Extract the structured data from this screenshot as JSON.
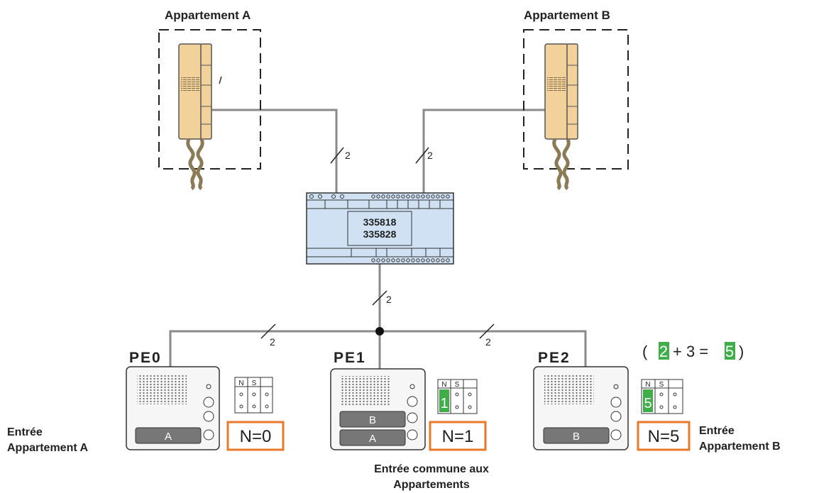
{
  "colors": {
    "handset_fill": "#f3d19a",
    "module_fill": "#cfe1f2",
    "highlight": "#e8792b",
    "green": "#3fae49",
    "wire": "#8a8a8a",
    "panel_fill": "#f6f6f6"
  },
  "apartments": [
    {
      "title": "Appartement A"
    },
    {
      "title": "Appartement B"
    }
  ],
  "module": {
    "line1": "335818",
    "line2": "335828"
  },
  "wire_labels": [
    "2",
    "2",
    "2",
    "2",
    "2"
  ],
  "panels": [
    {
      "label": "PE0",
      "buttons": [
        "A"
      ],
      "switch_headers": [
        "N",
        "S"
      ],
      "switch_value": "",
      "n_label": "N=0",
      "entry_line1": "Entrée",
      "entry_line2": "Appartement A"
    },
    {
      "label": "PE1",
      "buttons": [
        "B",
        "A"
      ],
      "switch_headers": [
        "N",
        "S"
      ],
      "switch_value": "1",
      "n_label": "N=1",
      "entry_line1": "Entrée commune aux",
      "entry_line2": "Appartements"
    },
    {
      "label": "PE2",
      "buttons": [
        "B"
      ],
      "switch_headers": [
        "N",
        "S"
      ],
      "switch_value": "5",
      "n_label": "N=5",
      "entry_line1": "Entrée",
      "entry_line2": "Appartement B"
    }
  ],
  "equation": {
    "open": "(",
    "a": "2",
    "plus": "+ 3 =",
    "result": "5",
    "close": ")"
  }
}
